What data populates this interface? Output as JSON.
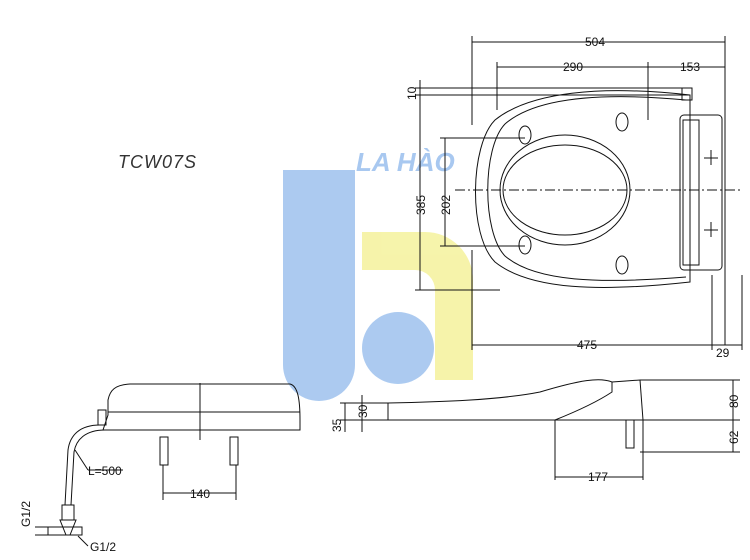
{
  "model": "TCW07S",
  "watermark": "LA HÀO",
  "top_view": {
    "dims": {
      "total_length": "504",
      "inner_length": "290",
      "hinge_offset": "153",
      "top_gap": "10",
      "width": "385",
      "opening_width": "202",
      "bottom_length": "475",
      "tail": "29"
    }
  },
  "side_view_left": {
    "dims": {
      "hose": "L=500",
      "bolt_spacing": "140",
      "inlet_1": "G1/2",
      "inlet_2": "G1/2"
    }
  },
  "side_view_right": {
    "dims": {
      "front_height": "35",
      "front_thickness": "30",
      "rear_height": "80",
      "bolt_length": "62",
      "rear_depth": "177"
    }
  },
  "colors": {
    "watermark_blue": "#a8c8f0",
    "watermark_yellow": "#f6f3a6",
    "line": "#111111"
  }
}
